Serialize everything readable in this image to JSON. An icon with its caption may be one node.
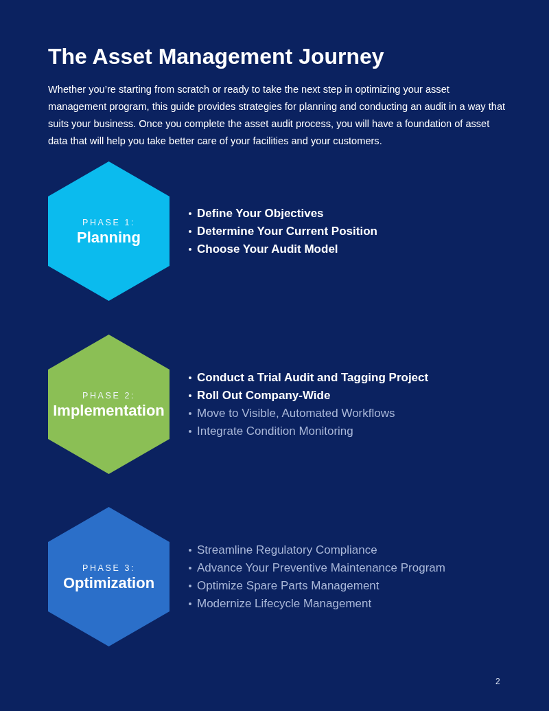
{
  "diagram": {
    "title": "The Asset Management Journey",
    "nodes": [
      {
        "text": [
          "PHASE 1:",
          "Planning"
        ],
        "beside": [
          "Define Your Objectives",
          "Determine Your Current Position",
          "Choose Your Audit Model"
        ]
      },
      {
        "text": [
          "PHASE 2:",
          "Implementation"
        ],
        "beside": [
          "Conduct a Trial Audit and Tagging Project",
          "Roll Out Company-Wide",
          "Move to Visible, Automated Workflows",
          "Integrate Condition Monitoring"
        ]
      },
      {
        "text": [
          "PHASE 3:",
          "Optimization"
        ],
        "beside": [
          "Streamline Regulatory Compliance",
          "Advance Your Preventive Maintenance Program",
          "Optimize Spare Parts Management",
          "Modernize Lifecycle Management"
        ]
      }
    ],
    "labels": [
      "Whether you’re starting from scratch or ready to take the next step in optimizing your asset management program, this guide provides strategies for planning and conducting an audit in a way that suits your business. Once you complete the asset audit process, you will have a foundation of asset data that will help you take better care of your facilities and your customers.",
      "2"
    ]
  }
}
